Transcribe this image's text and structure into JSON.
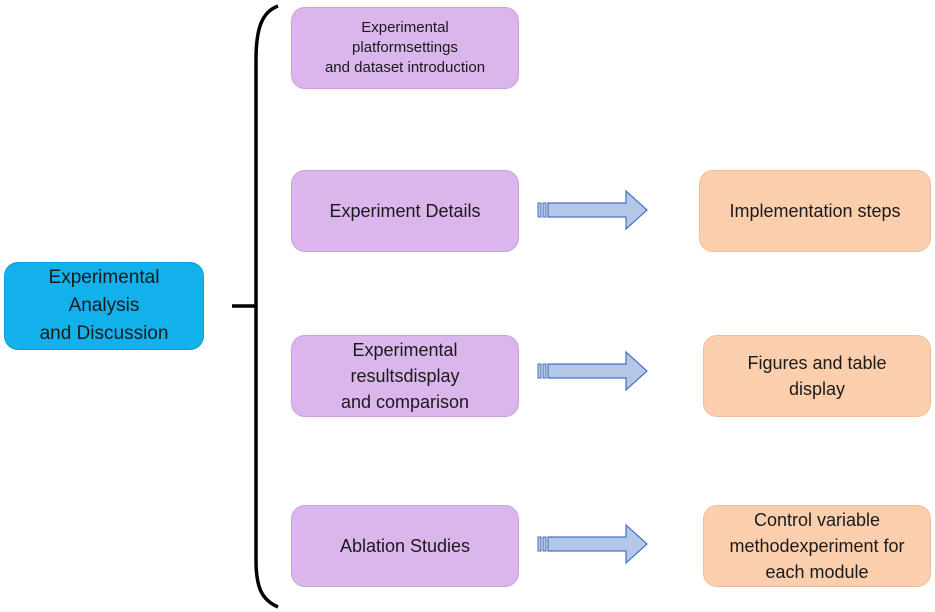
{
  "root": {
    "label": "Experimental\nAnalysis\nand Discussion"
  },
  "sections": [
    {
      "label": "Experimental\nplatformsettings\nand dataset introduction",
      "result": null
    },
    {
      "label": "Experiment Details",
      "result": "Implementation steps"
    },
    {
      "label": "Experimental\nresultsdisplay\nand comparison",
      "result": "Figures and table\ndisplay"
    },
    {
      "label": "Ablation Studies",
      "result": "Control variable\nmethodexperiment for\neach module"
    }
  ],
  "colors": {
    "root_fill": "#12b1ec",
    "section_fill": "#dbb6ec",
    "result_fill": "#fbcfae",
    "arrow_fill": "#b4c7e7",
    "arrow_stroke": "#4472c4",
    "bracket": "#000000"
  }
}
